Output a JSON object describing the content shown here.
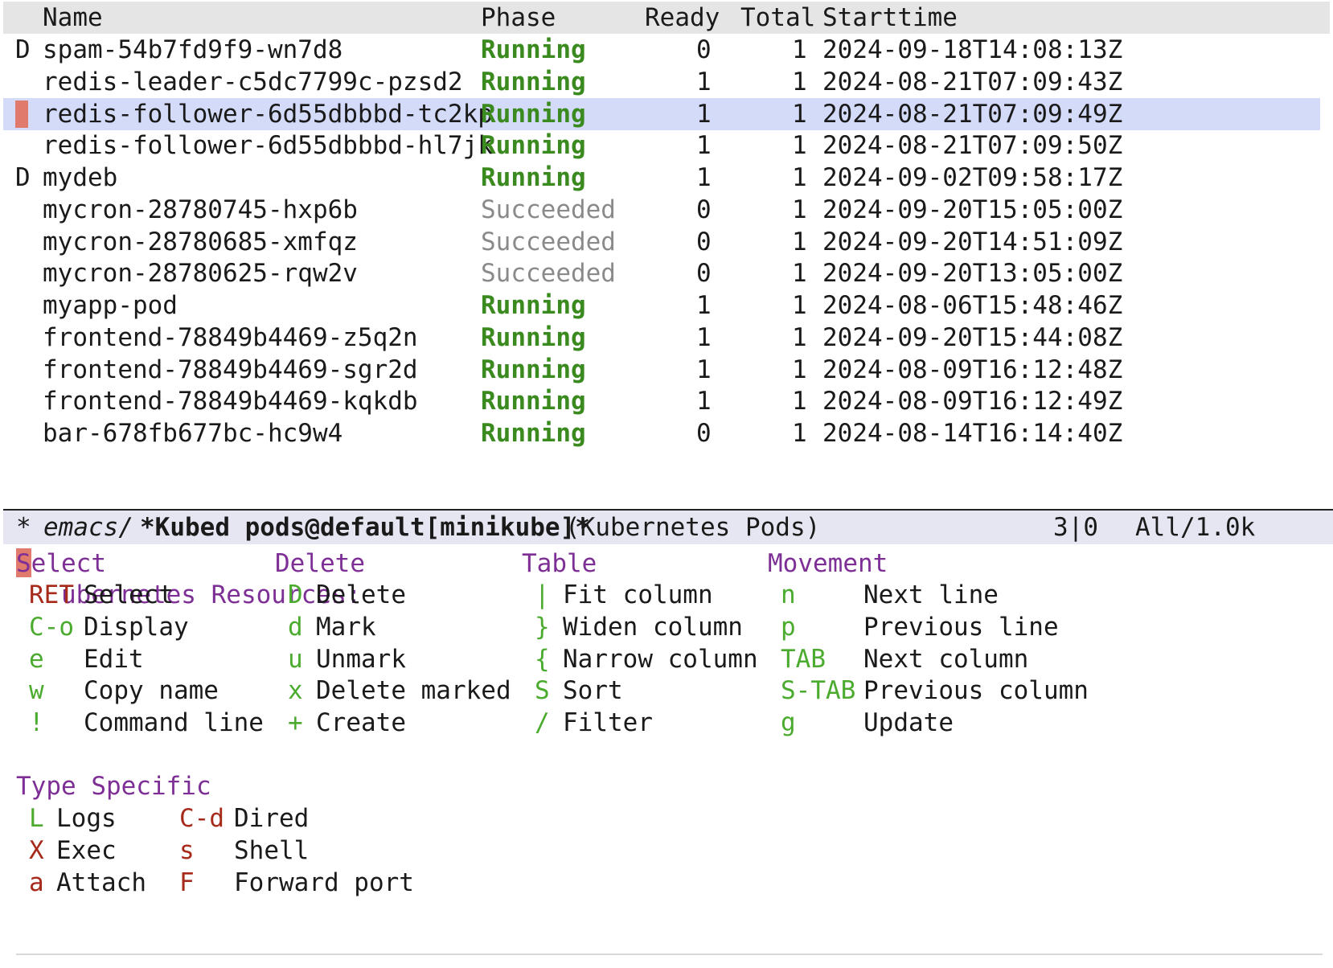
{
  "table": {
    "columns": [
      "Name",
      "Phase",
      "Ready",
      "Total",
      "Starttime"
    ],
    "rows": [
      {
        "mark": "D",
        "name": "spam-54b7fd9f9-wn7d8",
        "phase": "Running",
        "ready": "0",
        "total": "1",
        "start": "2024-09-18T14:08:13Z"
      },
      {
        "mark": "",
        "name": "redis-leader-c5dc7799c-pzsd2",
        "phase": "Running",
        "ready": "1",
        "total": "1",
        "start": "2024-08-21T07:09:43Z"
      },
      {
        "mark": "",
        "name": "redis-follower-6d55dbbbd-tc2kp",
        "phase": "Running",
        "ready": "1",
        "total": "1",
        "start": "2024-08-21T07:09:49Z"
      },
      {
        "mark": "",
        "name": "redis-follower-6d55dbbbd-hl7jk",
        "phase": "Running",
        "ready": "1",
        "total": "1",
        "start": "2024-08-21T07:09:50Z"
      },
      {
        "mark": "D",
        "name": "mydeb",
        "phase": "Running",
        "ready": "1",
        "total": "1",
        "start": "2024-09-02T09:58:17Z"
      },
      {
        "mark": "",
        "name": "mycron-28780745-hxp6b",
        "phase": "Succeeded",
        "ready": "0",
        "total": "1",
        "start": "2024-09-20T15:05:00Z"
      },
      {
        "mark": "",
        "name": "mycron-28780685-xmfqz",
        "phase": "Succeeded",
        "ready": "0",
        "total": "1",
        "start": "2024-09-20T14:51:09Z"
      },
      {
        "mark": "",
        "name": "mycron-28780625-rqw2v",
        "phase": "Succeeded",
        "ready": "0",
        "total": "1",
        "start": "2024-09-20T13:05:00Z"
      },
      {
        "mark": "",
        "name": "myapp-pod",
        "phase": "Running",
        "ready": "1",
        "total": "1",
        "start": "2024-08-06T15:48:46Z"
      },
      {
        "mark": "",
        "name": "frontend-78849b4469-z5q2n",
        "phase": "Running",
        "ready": "1",
        "total": "1",
        "start": "2024-09-20T15:44:08Z"
      },
      {
        "mark": "",
        "name": "frontend-78849b4469-sgr2d",
        "phase": "Running",
        "ready": "1",
        "total": "1",
        "start": "2024-08-09T16:12:48Z"
      },
      {
        "mark": "",
        "name": "frontend-78849b4469-kqkdb",
        "phase": "Running",
        "ready": "1",
        "total": "1",
        "start": "2024-08-09T16:12:49Z"
      },
      {
        "mark": "",
        "name": "bar-678fb677bc-hc9w4",
        "phase": "Running",
        "ready": "0",
        "total": "1",
        "start": "2024-08-14T16:14:40Z"
      }
    ]
  },
  "modeline": {
    "flag": "*",
    "dir": "emacs/",
    "buffer": "*Kubed pods@default[minikube]*",
    "mode": "(Kubernetes Pods)",
    "position": "3|0",
    "size": "All/1.0k"
  },
  "menu": {
    "title_first": "K",
    "title_rest": "ubernetes Resources:",
    "groups": [
      {
        "title": "Select",
        "items": [
          {
            "key": "RET",
            "label": "Select"
          },
          {
            "key": "C-o",
            "label": "Display"
          },
          {
            "key": "e",
            "label": "Edit"
          },
          {
            "key": "w",
            "label": "Copy name"
          },
          {
            "key": "!",
            "label": "Command line"
          }
        ]
      },
      {
        "title": "Delete",
        "items": [
          {
            "key": "D",
            "label": "Delete"
          },
          {
            "key": "d",
            "label": "Mark"
          },
          {
            "key": "u",
            "label": "Unmark"
          },
          {
            "key": "x",
            "label": "Delete marked"
          },
          {
            "key": "+",
            "label": "Create"
          }
        ]
      },
      {
        "title": "Table",
        "items": [
          {
            "key": "|",
            "label": "Fit column"
          },
          {
            "key": "}",
            "label": "Widen column"
          },
          {
            "key": "{",
            "label": "Narrow column"
          },
          {
            "key": "S",
            "label": "Sort"
          },
          {
            "key": "/",
            "label": "Filter"
          }
        ]
      },
      {
        "title": "Movement",
        "items": [
          {
            "key": "n",
            "label": "Next line"
          },
          {
            "key": "p",
            "label": "Previous line"
          },
          {
            "key": "TAB",
            "label": "Next column"
          },
          {
            "key": "S-TAB",
            "label": "Previous column"
          },
          {
            "key": "g",
            "label": "Update"
          }
        ]
      }
    ],
    "type_specific": {
      "title": "Type Specific",
      "items": [
        {
          "key": "L",
          "label": "Logs"
        },
        {
          "key": "X",
          "label": "Exec"
        },
        {
          "key": "a",
          "label": "Attach"
        },
        {
          "key": "C-d",
          "label": "Dired"
        },
        {
          "key": "s",
          "label": "Shell"
        },
        {
          "key": "F",
          "label": "Forward port"
        }
      ]
    }
  },
  "colors": {
    "running": "#3a8a1f",
    "succeeded": "#8a8a8a",
    "heading": "#7d2f95",
    "key_green": "#4bab2f",
    "key_red": "#a62a1a",
    "highlight_row": "#d3dbf8",
    "cursor": "#e07a6c"
  }
}
